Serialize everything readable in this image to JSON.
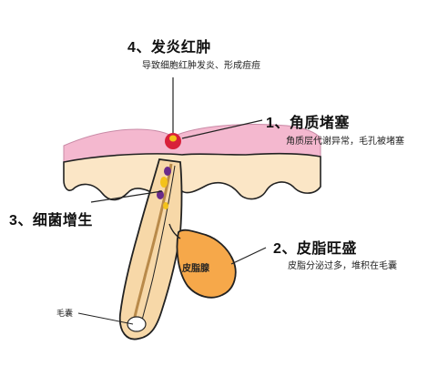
{
  "labels": {
    "inflammation": {
      "title": "4、发炎红肿",
      "subtitle": "导致细胞红肿发炎、形成痘痘"
    },
    "keratin": {
      "title": "1、角质堵塞",
      "subtitle": "角质层代谢异常，毛孔被堵塞"
    },
    "bacteria": {
      "title": "3、细菌增生"
    },
    "sebum": {
      "title": "2、皮脂旺盛",
      "subtitle": "皮脂分泌过多，堆积在毛囊"
    },
    "gland": {
      "label": "皮脂腺"
    },
    "follicle": {
      "label": "毛囊"
    }
  },
  "colors": {
    "skin_top": "#f4b8cf",
    "dermis": "#fbe6c6",
    "follicle_fill": "#f7d8a8",
    "gland_fill": "#f6a84a",
    "outline": "#222222",
    "inflammation": "#d8203a",
    "bacteria_purple": "#6a2a8a",
    "bacteria_yellow": "#f4c21a"
  }
}
